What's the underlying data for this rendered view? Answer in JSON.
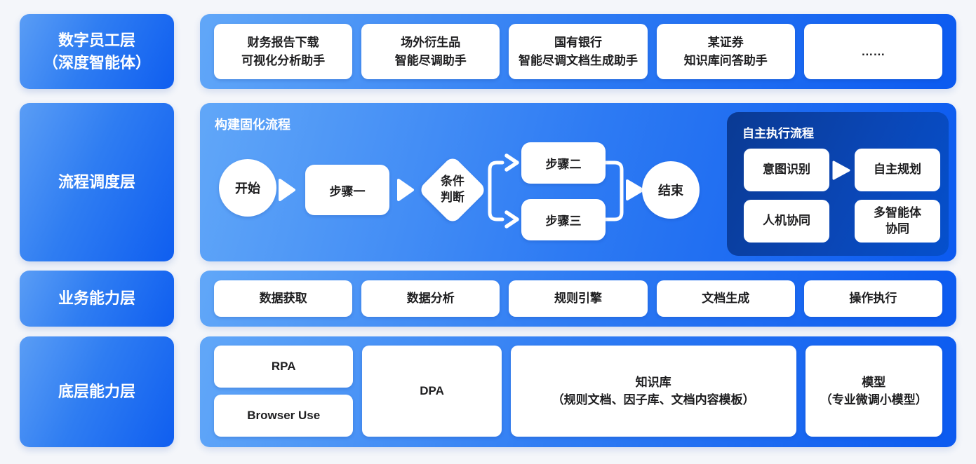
{
  "colors": {
    "background": "#f4f6fa",
    "band_gradient_start": "#61a7f8",
    "band_gradient_end": "#0b5af0",
    "sidebar_gradient_start": "#5a9df5",
    "sidebar_gradient_end": "#0f5ef0",
    "dark_panel_start": "#0a3a93",
    "dark_panel_end": "#0550cd",
    "node_fill": "#ffffff",
    "node_text": "#1d1d1f",
    "connector": "#ffffff"
  },
  "layer1": {
    "label": "数字员工层\n（深度智能体）",
    "boxes": [
      "财务报告下载\n可视化分析助手",
      "场外衍生品\n智能尽调助手",
      "国有银行\n智能尽调文档生成助手",
      "某证券\n知识库问答助手",
      "……"
    ]
  },
  "layer2": {
    "label": "流程调度层",
    "flow": {
      "title": "构建固化流程",
      "start": "开始",
      "step1": "步骤一",
      "condition": "条件\n判断",
      "step2": "步骤二",
      "step3": "步骤三",
      "end": "结束"
    },
    "panel": {
      "title": "自主执行流程",
      "intent": "意图识别",
      "planning": "自主规划",
      "human": "人机协同",
      "multi": "多智能体\n协同"
    }
  },
  "layer3": {
    "label": "业务能力层",
    "boxes": [
      "数据获取",
      "数据分析",
      "规则引擎",
      "文档生成",
      "操作执行"
    ]
  },
  "layer4": {
    "label": "底层能力层",
    "rpa": "RPA",
    "browser": "Browser Use",
    "dpa": "DPA",
    "kb": "知识库\n（规则文档、因子库、文档内容模板）",
    "model": "模型\n（专业微调小模型）"
  }
}
